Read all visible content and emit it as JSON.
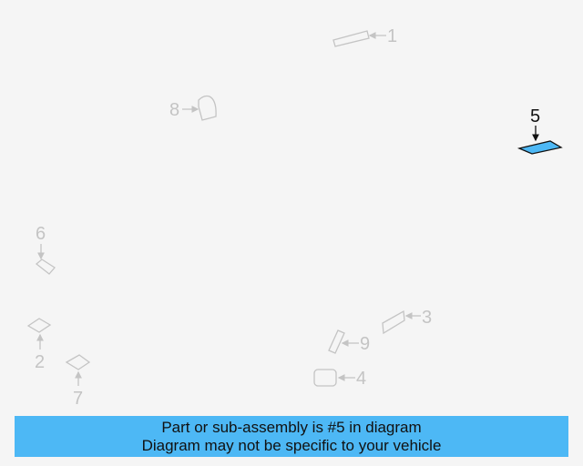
{
  "diagram": {
    "callouts": {
      "part_1": "1",
      "part_2": "2",
      "part_3": "3",
      "part_4": "4",
      "part_5": "5",
      "part_6": "6",
      "part_7": "7",
      "part_8": "8",
      "part_9": "9"
    },
    "highlighted_part": "5",
    "colors": {
      "faded": "#c4c4c4",
      "active": "#111111",
      "highlight_fill": "#4db8f5",
      "background": "#f5f5f5"
    }
  },
  "banner": {
    "line1": "Part or sub-assembly is #5 in diagram",
    "line2": "Diagram may not be specific to your vehicle"
  }
}
